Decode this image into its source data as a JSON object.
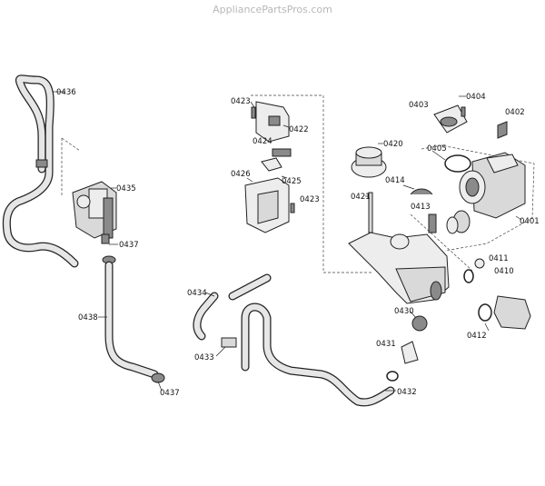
{
  "watermark": "AppliancePartsPros.com",
  "callouts": {
    "c0436": "0436",
    "c0435": "0435",
    "c0437a": "0437",
    "c0438": "0438",
    "c0437b": "0437",
    "c0423a": "0423",
    "c0422": "0422",
    "c0424": "0424",
    "c0425": "0425",
    "c0426": "0426",
    "c0423b": "0423",
    "c0434": "0434",
    "c0433": "0433",
    "c0420": "0420",
    "c0421": "0421",
    "c0414": "0414",
    "c0413": "0413",
    "c0403": "0403",
    "c0404": "0404",
    "c0402": "0402",
    "c0405": "0405",
    "c0401": "0401",
    "c0411": "0411",
    "c0410": "0410",
    "c0412": "0412",
    "c0430": "0430",
    "c0431": "0431",
    "c0432": "0432"
  }
}
